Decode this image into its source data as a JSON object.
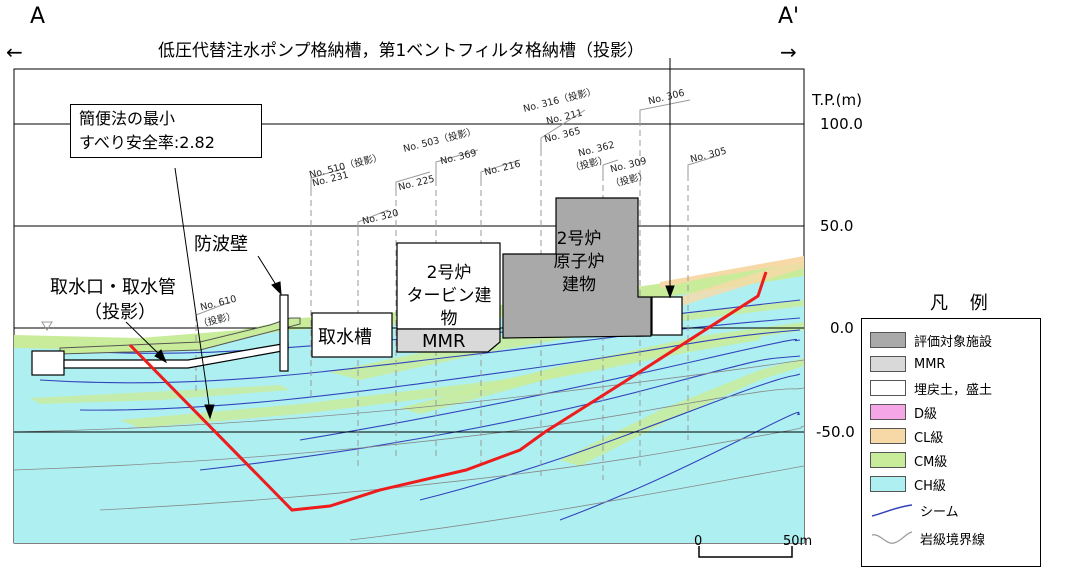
{
  "section": {
    "left_letter": "A",
    "right_letter": "A'",
    "left_arrow": "←",
    "right_arrow": "→"
  },
  "top_caption": "低圧代替注水ポンプ格納槽，第1ベントフィルタ格納槽（投影）",
  "axis": {
    "unit_label": "T.P.(m)",
    "ticks": [
      "100.0",
      "50.0",
      "0.0",
      "-50.0"
    ]
  },
  "callout": {
    "line1": "簡便法の最小",
    "line2": "すべり安全率:2.82"
  },
  "labels": {
    "seawall": "防波壁",
    "intake_line1": "取水口・取水管",
    "intake_line2": "（投影）",
    "intake_tank": "取水槽",
    "turbine_line1": "2号炉",
    "turbine_line2": "タービン建物",
    "mmr": "MMR",
    "reactor_line1": "2号炉",
    "reactor_line2": "原子炉",
    "reactor_line3": "建物"
  },
  "boring_labels": [
    "No. 610",
    "（投影）",
    "No. 510（投影）",
    "No. 231",
    "No. 320",
    "No. 225",
    "No. 503（投影）",
    "No. 369",
    "No. 216",
    "No. 316（投影）",
    "No. 211",
    "No. 365",
    "No. 362",
    "（投影）",
    "No. 309",
    "（投影）",
    "No. 306",
    "No. 305"
  ],
  "legend": {
    "title": "凡 例",
    "items": [
      {
        "label": "評価対象施設",
        "color": "#a9a9a9"
      },
      {
        "label": "MMR",
        "color": "#d9d9d9"
      },
      {
        "label": "埋戻土，盛土",
        "color": "#ffffff"
      },
      {
        "label": "D級",
        "color": "#f5a6e6"
      },
      {
        "label": "CL級",
        "color": "#f7d9a8"
      },
      {
        "label": "CM級",
        "color": "#c9ec9b"
      },
      {
        "label": "CH級",
        "color": "#aef0f2"
      }
    ],
    "line_items": [
      {
        "label": "シーム",
        "color": "#3344bb"
      },
      {
        "label": "岩級境界線",
        "color": "#999999"
      }
    ]
  },
  "scale": {
    "zero": "0",
    "end": "50m"
  },
  "colors": {
    "slip_line": "#ee1c1c",
    "ch": "#aef0f2",
    "cm": "#c9ec9b",
    "cl": "#f7d9a8",
    "facility": "#a9a9a9",
    "mmr": "#d9d9d9"
  }
}
